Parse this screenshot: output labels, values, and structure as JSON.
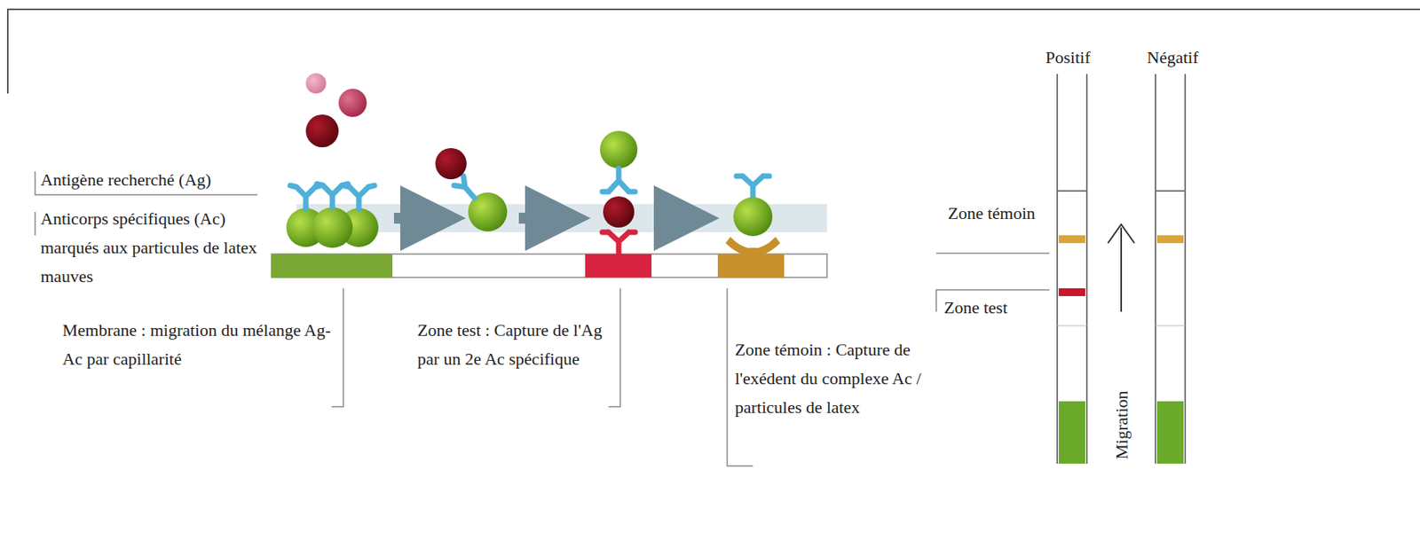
{
  "diagram": {
    "labels": [
      "Antigène recherché (Ag)",
      "Anticorps spécifiques (Ac) marqués aux particules de latex mauves",
      "Membrane : migration du mélange Ag-Ac par capillarité",
      "Zone test : Capture de l'Ag par un 2e Ac spécifique",
      "Zone témoin : Capture de l'exédent du complexe Ac / particules de latex",
      "Positif",
      "Négatif",
      "Zone témoin",
      "Zone test",
      "Migration"
    ]
  }
}
